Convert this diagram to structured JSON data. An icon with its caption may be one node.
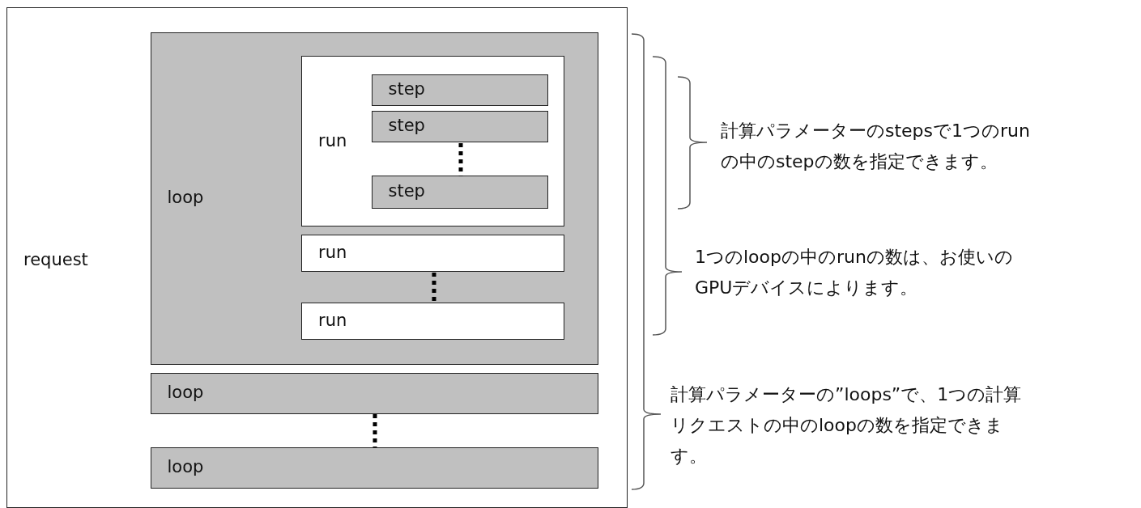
{
  "diagram": {
    "nodes": [
      {
        "text": [
          "request"
        ]
      },
      {
        "text": [
          "loop"
        ],
        "in": 0
      },
      {
        "text": [
          "run"
        ],
        "in": 1
      },
      {
        "text": [
          "step"
        ],
        "in": 2
      },
      {
        "text": [
          "step"
        ],
        "in": 2
      },
      {
        "text": [
          "step"
        ],
        "in": 2
      },
      {
        "text": [
          "run"
        ],
        "in": 1
      },
      {
        "text": [
          "run"
        ],
        "in": 1
      },
      {
        "text": [
          "loop"
        ],
        "in": 0
      },
      {
        "text": [
          "loop"
        ],
        "in": 0
      }
    ],
    "edges": [
      {
        "from": 4,
        "to": 5,
        "arrow": "none",
        "style": "dashed"
      },
      {
        "from": 6,
        "to": 7,
        "arrow": "none",
        "style": "dashed"
      },
      {
        "from": 8,
        "to": 9,
        "arrow": "none",
        "style": "dashed"
      }
    ],
    "labels": [
      "計算パラメーターのstepsで1つのrunの中のstepの数を指定できます。",
      "1つのloopの中のrunの数は、お使いのGPUデバイスによります。",
      "計算パラメーターの”loops”で、1つの計算リクエストの中のloopの数を指定できます。"
    ]
  }
}
